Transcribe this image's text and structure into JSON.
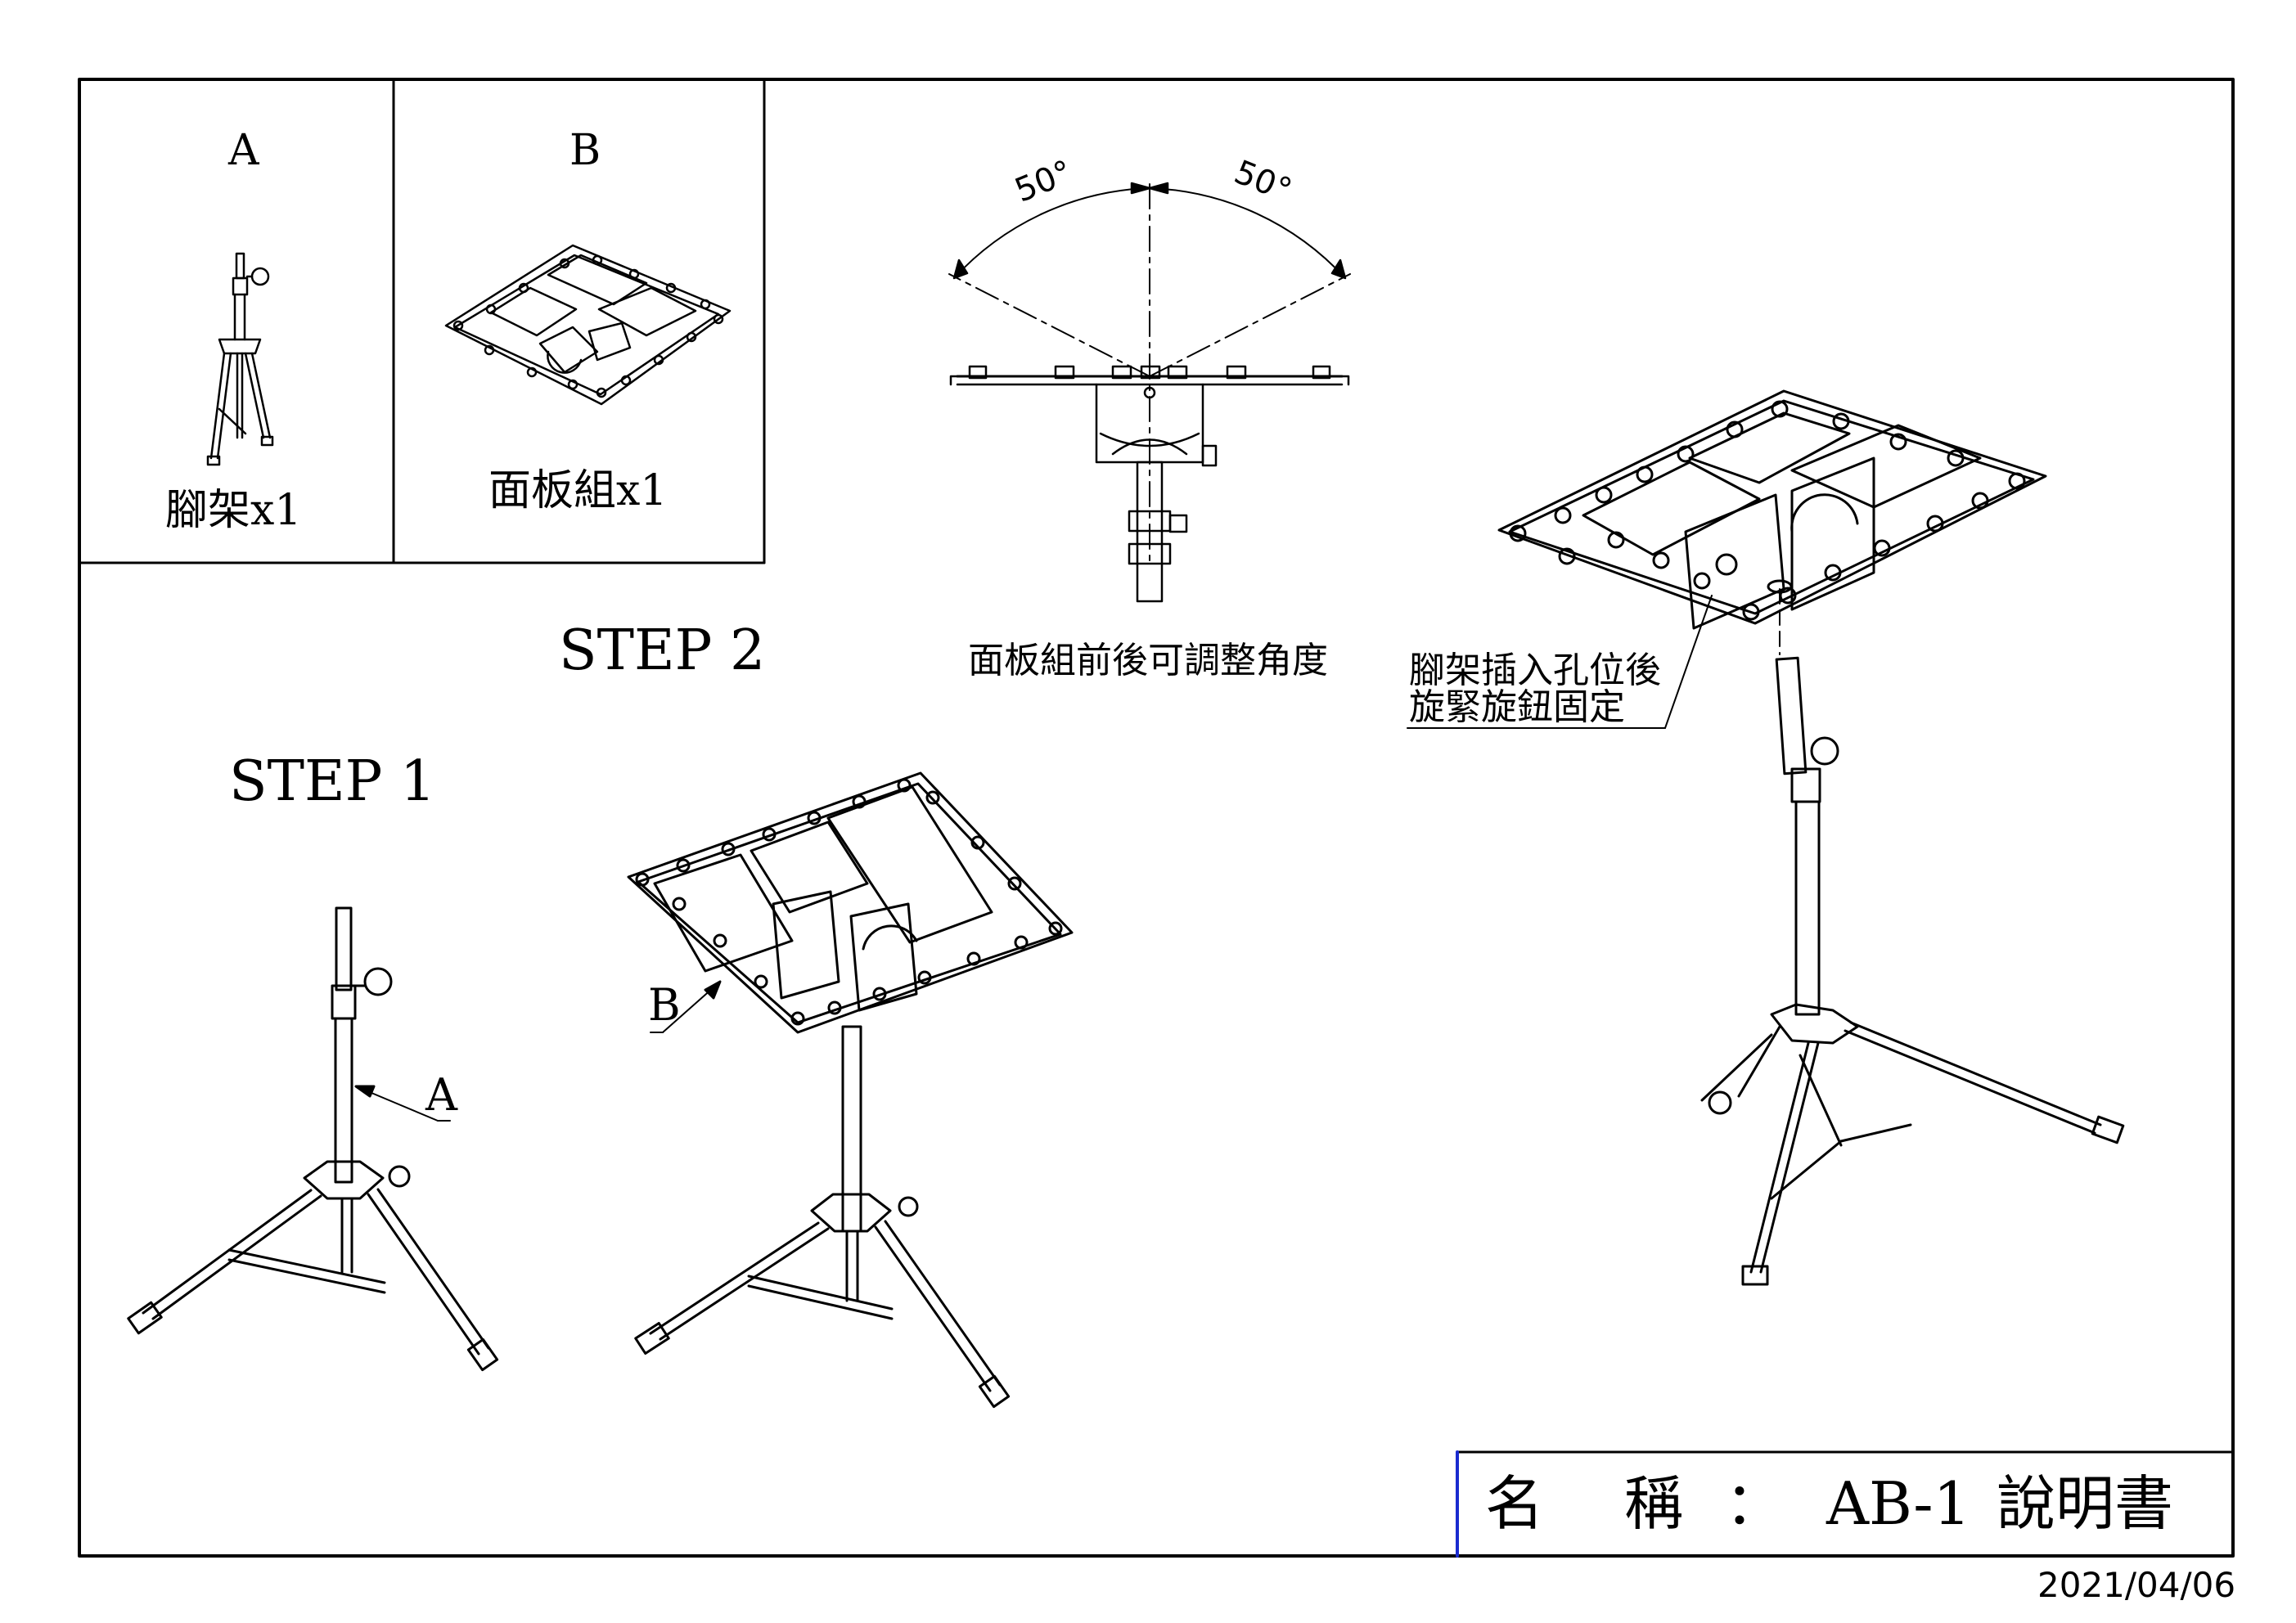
{
  "parts": [
    {
      "letter": "A",
      "name": "腳架x1"
    },
    {
      "letter": "B",
      "name": "面板組x1"
    }
  ],
  "steps": {
    "step1": "STEP 1",
    "step2": "STEP 2"
  },
  "callouts": {
    "a": "A",
    "b": "B"
  },
  "angle": {
    "left": "50°",
    "right": "50°",
    "caption": "面板組前後可調整角度"
  },
  "note": {
    "line1": "腳架插入孔位後",
    "line2": "旋緊旋鈕固定"
  },
  "title_block": {
    "label_1": "名",
    "label_2": "稱",
    "colon": "：",
    "model": "AB-1",
    "doc": "說明書"
  },
  "date": "2021/04/06",
  "colors": {
    "line": "#000000",
    "title_accent": "#1a2bd0"
  }
}
